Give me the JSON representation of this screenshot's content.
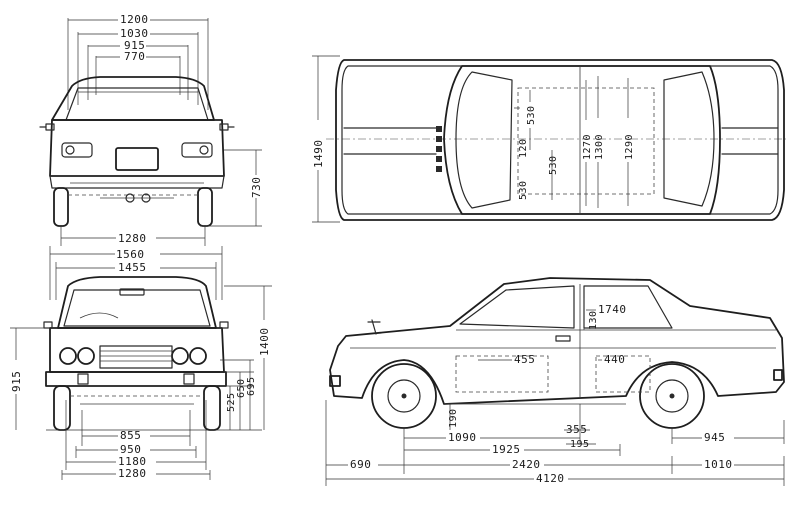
{
  "dimensions": {
    "front_roof_outer": "1200",
    "front_roof_mid": "1030",
    "front_roof_inner": "915",
    "front_roof_glass": "770",
    "front_light_height": "730",
    "front_track": "1280",
    "front2_overall_width": "1560",
    "front2_body_width": "1455",
    "front2_height": "1400",
    "front2_bumper_height": "915",
    "front2_h525": "525",
    "front2_h650": "650",
    "front2_h695": "695",
    "front2_w855": "855",
    "front2_w950": "950",
    "front2_w1180": "1180",
    "front2_track": "1280",
    "top_width": "1490",
    "top_530_a": "530",
    "top_120": "120",
    "top_530_b": "530",
    "top_530_c": "530",
    "top_1270": "1270",
    "top_1300": "1300",
    "top_1290": "1290",
    "side_130": "130",
    "side_1740": "1740",
    "side_455": "455",
    "side_440": "440",
    "side_190": "190",
    "side_1090": "1090",
    "side_355": "355",
    "side_945": "945",
    "side_1925": "1925",
    "side_195": "195",
    "side_front_overhang": "690",
    "side_wheelbase": "2420",
    "side_rear_overhang": "1010",
    "side_overall_length": "4120"
  }
}
